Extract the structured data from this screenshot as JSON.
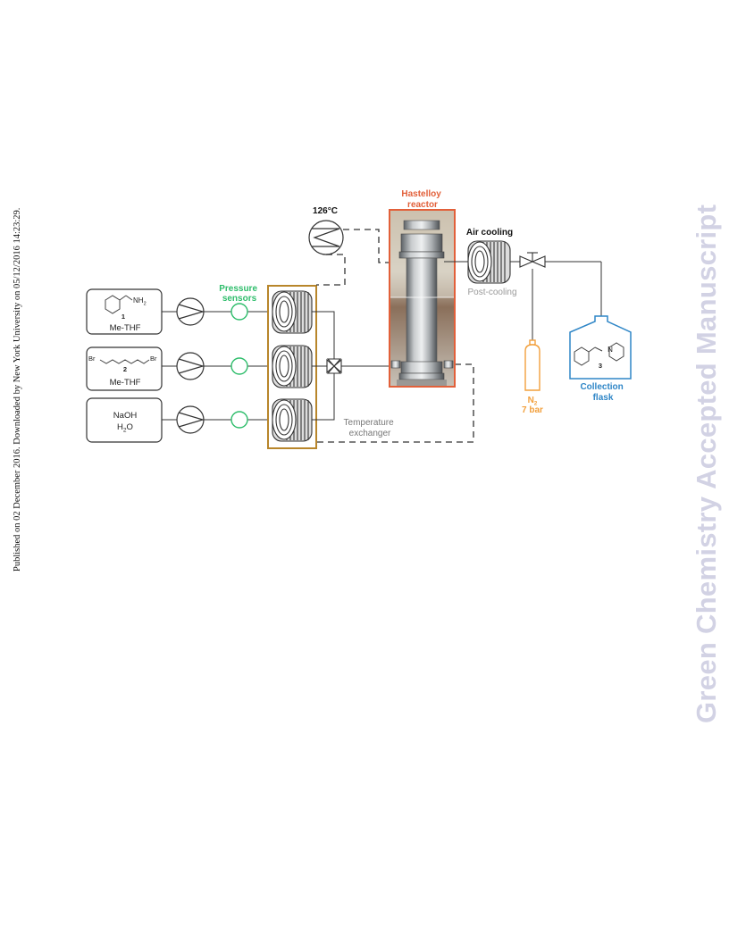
{
  "side_note": "Published on 02 December 2016. Downloaded by New York University on 05/12/2016 14:23:29.",
  "watermark": "Green Chemistry Accepted Manuscript",
  "diagram": {
    "temperature": "126°C",
    "reactor_label_line1": "Hastelloy",
    "reactor_label_line2": "reactor",
    "air_cooling": "Air cooling",
    "post_cooling": "Post-cooling",
    "pressure_sensors_line1": "Pressure",
    "pressure_sensors_line2": "sensors",
    "temperature_exchanger_line1": "Temperature",
    "temperature_exchanger_line2": "exchanger",
    "reagent1_group": "NH",
    "reagent1_group_subscript": "2",
    "reagent1_number": "1",
    "reagent1_solvent": "Me-THF",
    "reagent2_br_left": "Br",
    "reagent2_br_right": "Br",
    "reagent2_number": "2",
    "reagent2_solvent": "Me-THF",
    "reagent3_base": "NaOH",
    "reagent3_water_h": "H",
    "reagent3_water_sub": "2",
    "reagent3_water_o": "O",
    "nitrogen_symbol": "N",
    "nitrogen_subscript": "2",
    "nitrogen_pressure": "7 bar",
    "product_atom": "N",
    "product_number": "3",
    "collection_line1": "Collection",
    "collection_line2": "flask",
    "colors": {
      "reactor": "#e2603a",
      "pressure_sensor": "#2ebd6b",
      "exchanger_frame": "#b8862b",
      "nitrogen": "#f2a03d",
      "collection": "#2f86c7",
      "post_cooling": "#9a9a9a"
    }
  }
}
